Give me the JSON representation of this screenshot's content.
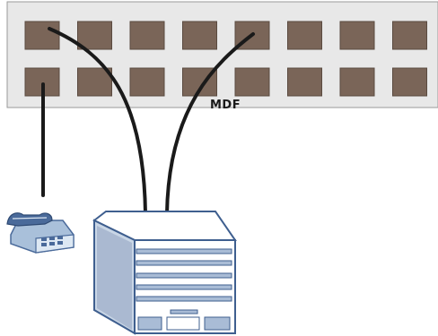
{
  "diagram": {
    "mdf_label": "MDF",
    "panel": {
      "rows": 2,
      "ports_per_row": 8
    },
    "colors": {
      "panel_fill": "#e8e8e8",
      "panel_stroke": "#9a9a9a",
      "port_fill": "#7a6558",
      "port_stroke": "#5a4a40",
      "cable": "#1a1a1a",
      "device_light": "#ffffff",
      "device_side": "#c9d6e6",
      "device_shadow": "#8fa3bf",
      "device_stroke": "#3f5f8f",
      "phone_light": "#dde8f3",
      "phone_mid": "#a9c0da",
      "phone_dark": "#4a6a9a"
    },
    "icons": {
      "phone": "telephone-icon",
      "device": "dslam-device-icon"
    }
  }
}
